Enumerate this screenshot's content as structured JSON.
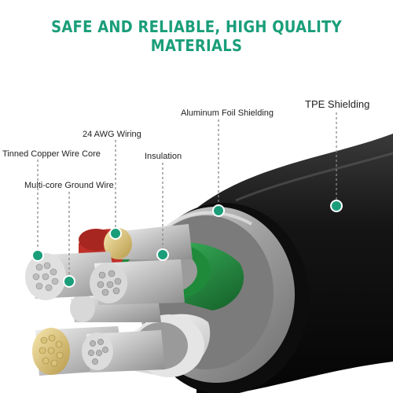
{
  "headline": "SAFE AND RELIABLE, HIGH QUALITY MATERIALS",
  "labels": {
    "aluminum": "Aluminum Foil Shielding",
    "tpe": "TPE Shielding",
    "awg": "24 AWG Wiring",
    "tinned": "Tinned Copper Wire Core",
    "insulation": "Insulation",
    "ground": "Multi-core Ground Wire"
  },
  "colors": {
    "accent": "#1a9e7a",
    "jacket": "#111111",
    "shield": "#a9a9a9",
    "green_insulation": "#1f8a3a",
    "red_insulation": "#c0302a",
    "white_insulation": "#e5e5e5"
  }
}
